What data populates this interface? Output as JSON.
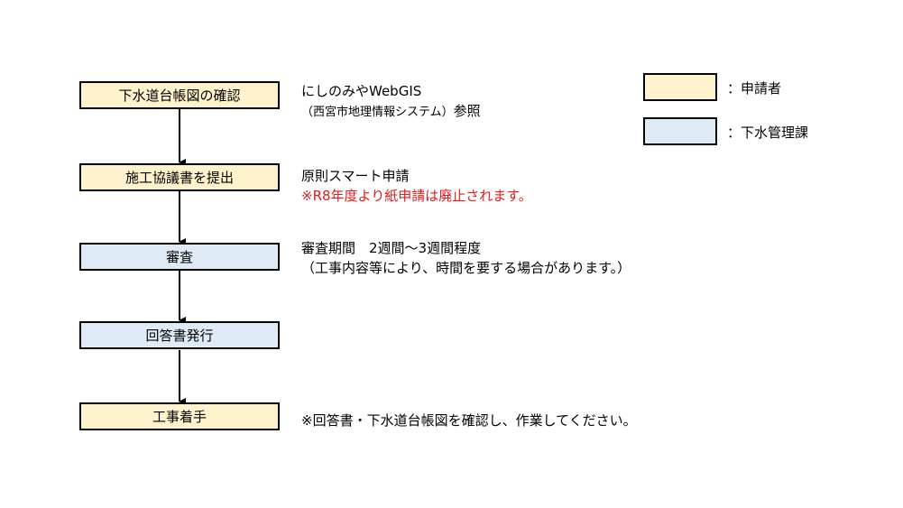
{
  "steps": [
    {
      "label": "下水道台帳図の確認",
      "role": "applicant"
    },
    {
      "label": "施工協議書を提出",
      "role": "applicant"
    },
    {
      "label": "審査",
      "role": "office"
    },
    {
      "label": "回答書発行",
      "role": "office"
    },
    {
      "label": "工事着手",
      "role": "applicant"
    }
  ],
  "notes": {
    "step1_line1": "にしのみやWebGIS",
    "step1_line2": "（西宮市地理情報システム）",
    "step1_line2_suffix": "参照",
    "step2_line1": "原則スマート申請",
    "step2_line2": "※R8年度より紙申請は廃止されます。",
    "step3_line1": "審査期間　2週間～3週間程度",
    "step3_line2": "（工事内容等により、時間を要する場合があります。）",
    "step5_line1": "※回答書・下水道台帳図を確認し、作業してください。"
  },
  "legend": {
    "applicant": "：申請者",
    "office": "：下水管理課"
  },
  "colors": {
    "applicant": "#FFF2CC",
    "office": "#DEEBF7",
    "warning": "#E31B1B"
  }
}
